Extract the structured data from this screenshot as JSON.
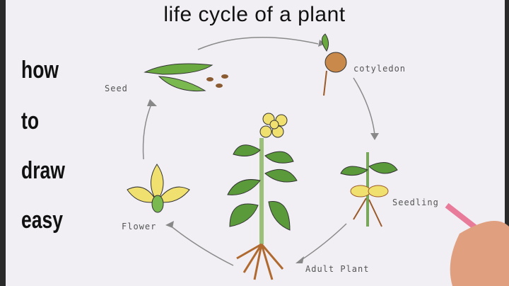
{
  "title": "life cycle of a plant",
  "side_text": [
    "how",
    "to",
    "draw",
    "easy"
  ],
  "stages": {
    "seed": "Seed",
    "cotyledon": "cotyledon",
    "seedling": "Seedling",
    "adult_plant": "Adult Plant",
    "flower": "Flower"
  },
  "colors": {
    "paper": "#f1eff4",
    "leaf": "#5a9a3a",
    "flower": "#f0e070",
    "root": "#9a5a2a",
    "arrow": "#888888"
  }
}
